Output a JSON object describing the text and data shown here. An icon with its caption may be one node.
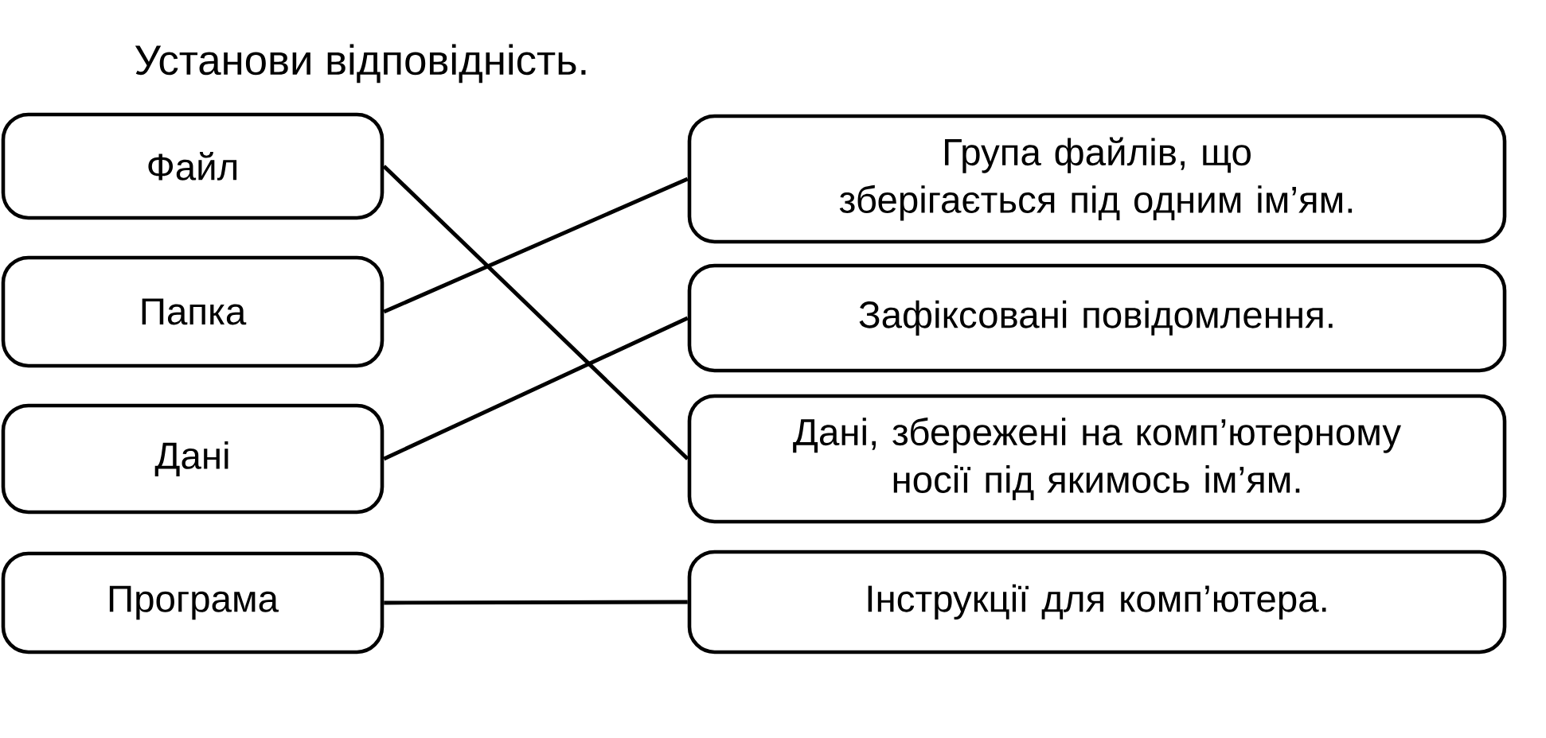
{
  "diagram": {
    "title": "Установи відповідність.",
    "nodes": [
      {
        "text": [
          "Файл"
        ]
      },
      {
        "text": [
          "Папка"
        ]
      },
      {
        "text": [
          "Дані"
        ]
      },
      {
        "text": [
          "Програма"
        ]
      },
      {
        "text": [
          "Група файлів, що зберігається під одним ім’ям."
        ]
      },
      {
        "text": [
          "Зафіксовані повідомлення."
        ]
      },
      {
        "text": [
          "Дані, збережені на комп’ютерному носії під якимось ім’ям."
        ]
      },
      {
        "text": [
          "Інструкції для комп’ютера."
        ]
      }
    ],
    "edges": [
      {
        "from": 0,
        "to": 6,
        "arrow": "none"
      },
      {
        "from": 1,
        "to": 4,
        "arrow": "none"
      },
      {
        "from": 2,
        "to": 5,
        "arrow": "none"
      },
      {
        "from": 3,
        "to": 7,
        "arrow": "none"
      }
    ]
  }
}
